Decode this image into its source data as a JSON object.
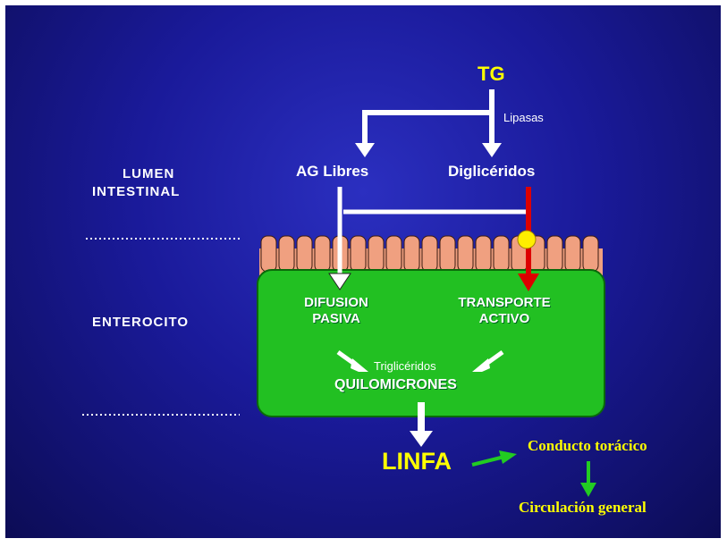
{
  "diagram": {
    "tg": "TG",
    "lipasas": "Lipasas",
    "ag_libres": "AG Libres",
    "digliceridos": "Diglicéridos",
    "lumen_line1": "LUMEN",
    "lumen_line2": "INTESTINAL",
    "enterocito": "ENTEROCITO",
    "difusion_line1": "DIFUSION",
    "difusion_line2": "PASIVA",
    "transporte_line1": "TRANSPORTE",
    "transporte_line2": "ACTIVO",
    "trigliceridos": "Triglicéridos",
    "quilomicrones": "QUILOMICRONES",
    "linfa": "LINFA",
    "conducto": "Conducto torácico",
    "circulacion": "Circulación general"
  },
  "colors": {
    "background": "#1a1a9a",
    "cell_green": "#22c022",
    "villi": "#f0a080",
    "red_arrow": "#dd0000",
    "carrier_yellow": "#ffee00",
    "green_arrow": "#22cc22",
    "title_yellow": "#ffff00"
  }
}
